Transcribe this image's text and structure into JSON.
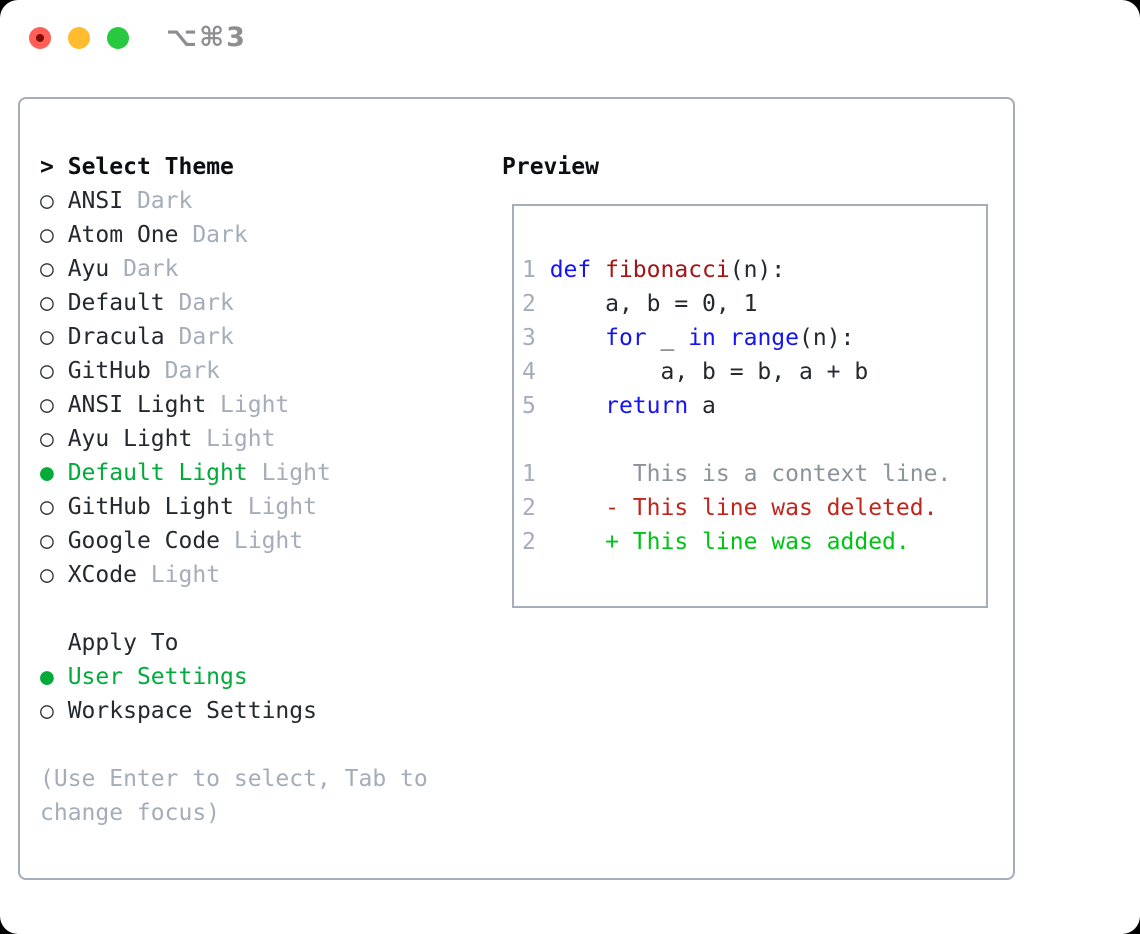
{
  "titlebar": {
    "shortcut": "⌥⌘3"
  },
  "colors": {
    "accent-green": "#00ab3a",
    "muted": "#a4adb9",
    "text": "#24292f",
    "heading": "#0b0e12",
    "marker": "#2f353c",
    "border": "#a5adb8",
    "kw": "#1414f0",
    "fn": "#a31515",
    "ctx": "#8b939c",
    "del": "#c1261d",
    "add": "#00c414",
    "traffic-red": "#ff5f57",
    "traffic-red-dot": "#820b02",
    "traffic-yellow": "#febc2e",
    "traffic-green": "#28c840",
    "shortcut": "#8d8d92"
  },
  "theme_selector": {
    "header_marker": ">",
    "header": "Select Theme",
    "radio_unselected": "○",
    "radio_selected": "●",
    "items": [
      {
        "name": "ANSI",
        "variant": "Dark",
        "selected": false
      },
      {
        "name": "Atom One",
        "variant": "Dark",
        "selected": false
      },
      {
        "name": "Ayu",
        "variant": "Dark",
        "selected": false
      },
      {
        "name": "Default",
        "variant": "Dark",
        "selected": false
      },
      {
        "name": "Dracula",
        "variant": "Dark",
        "selected": false
      },
      {
        "name": "GitHub",
        "variant": "Dark",
        "selected": false
      },
      {
        "name": "ANSI Light",
        "variant": "Light",
        "selected": false
      },
      {
        "name": "Ayu Light",
        "variant": "Light",
        "selected": false
      },
      {
        "name": "Default Light",
        "variant": "Light",
        "selected": true
      },
      {
        "name": "GitHub Light",
        "variant": "Light",
        "selected": false
      },
      {
        "name": "Google Code",
        "variant": "Light",
        "selected": false
      },
      {
        "name": "XCode",
        "variant": "Light",
        "selected": false
      }
    ]
  },
  "apply_to": {
    "header": "Apply To",
    "items": [
      {
        "name": "User Settings",
        "selected": true
      },
      {
        "name": "Workspace Settings",
        "selected": false
      }
    ]
  },
  "hint": {
    "line1": "(Use Enter to select, Tab to",
    "line2": "change focus)"
  },
  "preview": {
    "header": "Preview",
    "code_lines": [
      {
        "num": "1",
        "segments": [
          {
            "c": "kw",
            "t": "def"
          },
          {
            "c": "plain",
            "t": " "
          },
          {
            "c": "fn",
            "t": "fibonacci"
          },
          {
            "c": "plain",
            "t": "(n):"
          }
        ]
      },
      {
        "num": "2",
        "segments": [
          {
            "c": "plain",
            "t": "    a, b = 0, 1"
          }
        ]
      },
      {
        "num": "3",
        "segments": [
          {
            "c": "plain",
            "t": "    "
          },
          {
            "c": "kw",
            "t": "for"
          },
          {
            "c": "plain",
            "t": " _ "
          },
          {
            "c": "kw",
            "t": "in"
          },
          {
            "c": "plain",
            "t": " "
          },
          {
            "c": "kw",
            "t": "range"
          },
          {
            "c": "plain",
            "t": "(n):"
          }
        ]
      },
      {
        "num": "4",
        "segments": [
          {
            "c": "plain",
            "t": "        a, b = b, a + b"
          }
        ]
      },
      {
        "num": "5",
        "segments": [
          {
            "c": "plain",
            "t": "    "
          },
          {
            "c": "kw",
            "t": "return"
          },
          {
            "c": "plain",
            "t": " a"
          }
        ]
      },
      {
        "num": "",
        "segments": []
      },
      {
        "num": "1",
        "segments": [
          {
            "c": "ctx",
            "t": "      This is a context line."
          }
        ]
      },
      {
        "num": "2",
        "segments": [
          {
            "c": "del",
            "t": "    - This line was deleted."
          }
        ]
      },
      {
        "num": "2",
        "segments": [
          {
            "c": "add",
            "t": "    + This line was added."
          }
        ]
      }
    ]
  }
}
